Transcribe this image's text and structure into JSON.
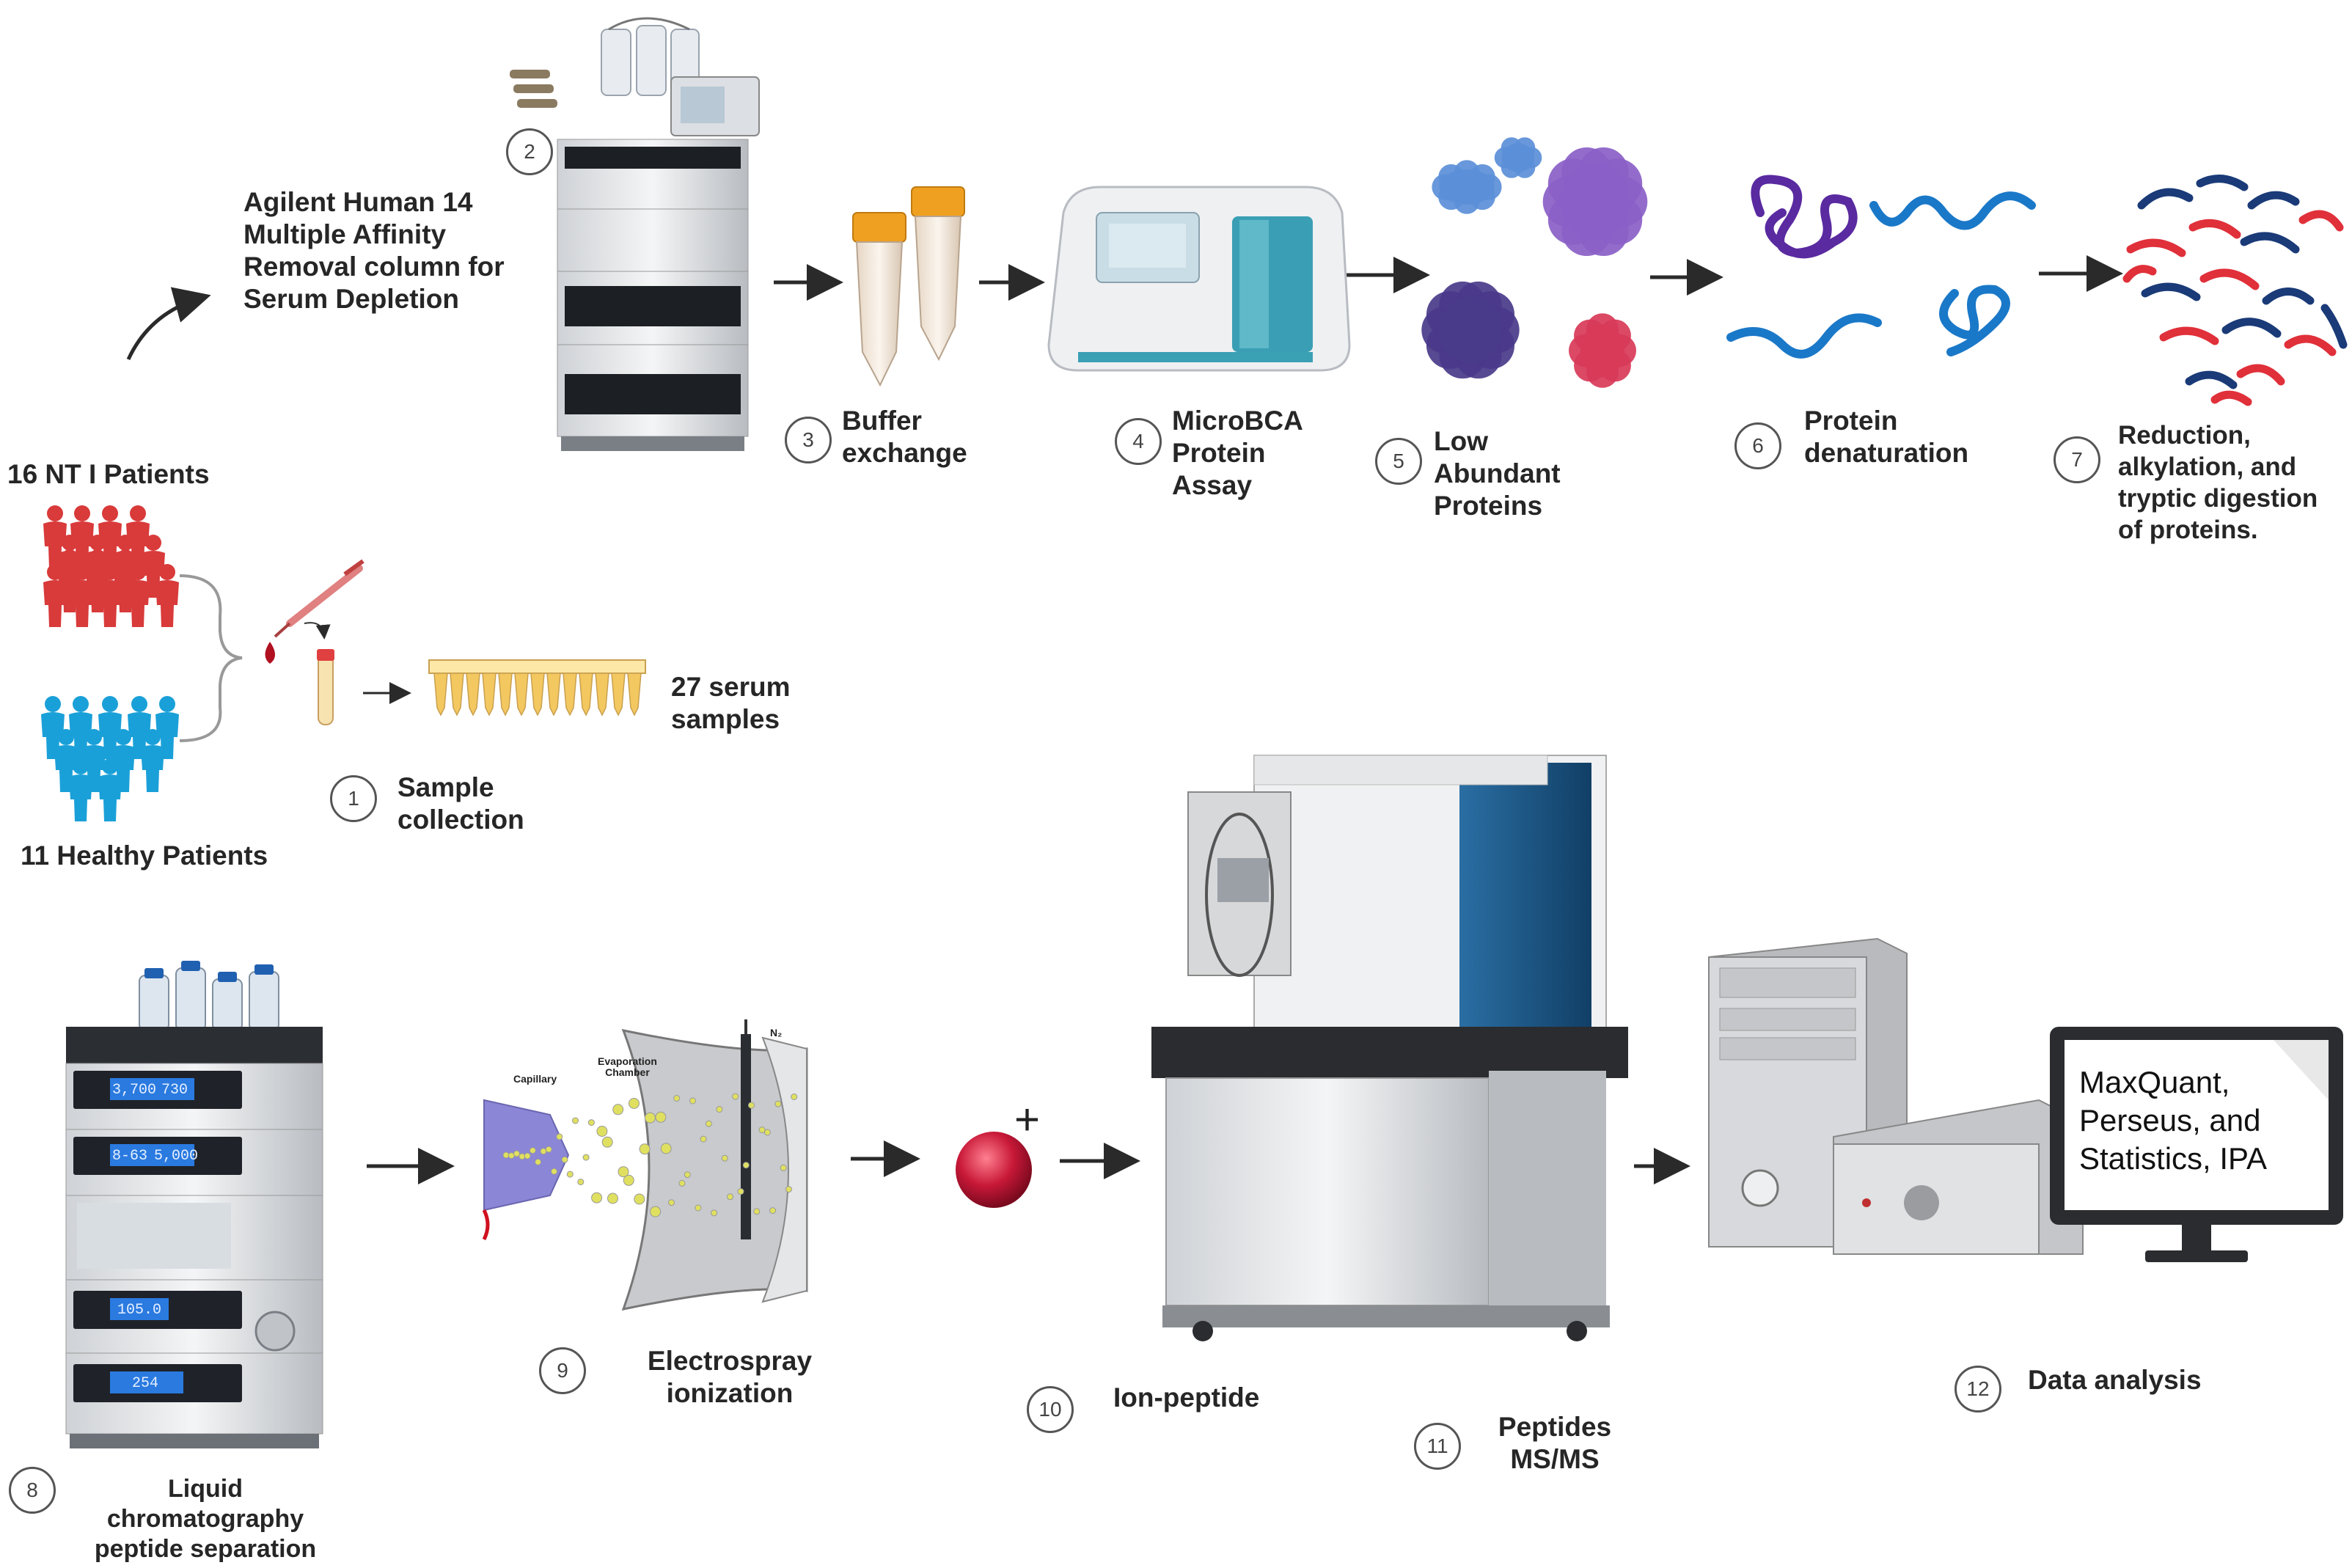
{
  "steps": [
    {
      "number": "1",
      "label_lines": [
        "Sample",
        "collection"
      ]
    },
    {
      "number": "2",
      "label_lines": [
        "Agilent Human 14",
        "Multiple Affinity",
        "Removal column for",
        "Serum Depletion"
      ]
    },
    {
      "number": "3",
      "label_lines": [
        "Buffer",
        "exchange"
      ]
    },
    {
      "number": "4",
      "label_lines": [
        "MicroBCA",
        "Protein",
        "Assay"
      ]
    },
    {
      "number": "5",
      "label_lines": [
        "Low",
        "Abundant",
        "Proteins"
      ]
    },
    {
      "number": "6",
      "label_lines": [
        "Protein",
        "denaturation"
      ]
    },
    {
      "number": "7",
      "label_lines": [
        "Reduction,",
        "alkylation, and",
        "tryptic digestion",
        "of proteins."
      ]
    },
    {
      "number": "8",
      "label_lines": [
        "Liquid",
        "chromatography",
        "peptide separation"
      ]
    },
    {
      "number": "9",
      "label_lines": [
        "Electrospray",
        "ionization"
      ]
    },
    {
      "number": "10",
      "label_lines": [
        "Ion-peptide"
      ]
    },
    {
      "number": "11",
      "label_lines": [
        "Peptides",
        "MS/MS"
      ]
    },
    {
      "number": "12",
      "label_lines": [
        "Data analysis"
      ]
    }
  ],
  "groups": {
    "nt_patients": "16 NT I Patients",
    "healthy_patients": "11 Healthy Patients",
    "serum_samples_lines": [
      "27 serum",
      "samples"
    ]
  },
  "esi_labels": {
    "capillary": "Capillary",
    "evaporation_chamber_lines": [
      "Evaporation",
      "Chamber"
    ],
    "gas": "N₂"
  },
  "ion_charge": "+",
  "lc_display_values": [
    "3,700",
    "730",
    "8-63",
    "5,000",
    "105.0",
    "254"
  ],
  "monitor_text_lines": [
    "MaxQuant,",
    "Perseus, and",
    "Statistics, IPA"
  ],
  "colors": {
    "nt_patients": "#d93a3a",
    "healthy_patients": "#1aa0d8",
    "tube_cap": "#f0a020",
    "protein_blue": "#5b8fd8",
    "protein_purple": "#8a5fc7",
    "protein_dark": "#4a3a8a",
    "protein_red": "#d83a58",
    "peptide_navy": "#1a3a78",
    "peptide_red": "#e0303a",
    "ion_red": "#c81838",
    "ms_blue": "#1a5a8a",
    "arrow": "#2a2a2a"
  },
  "icons": [
    "arrow-icon",
    "people-icon",
    "pipette-icon",
    "blood-drop-icon",
    "test-tube-icon",
    "tube-strip-icon",
    "hplc-instrument-icon",
    "conical-tube-icon",
    "plate-reader-icon",
    "protein-icon",
    "peptide-icon",
    "electrospray-icon",
    "ion-icon",
    "mass-spectrometer-icon",
    "computer-tower-icon",
    "monitor-icon"
  ]
}
